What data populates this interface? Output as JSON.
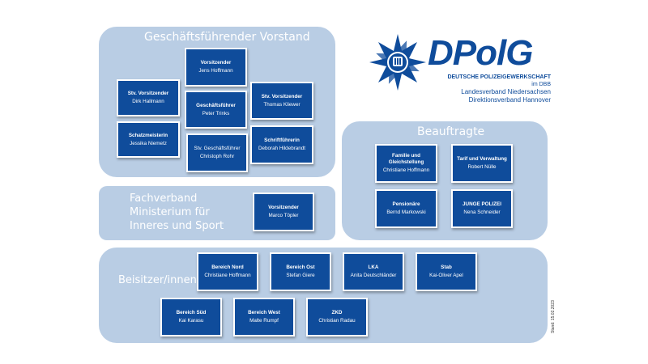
{
  "colors": {
    "panel": "#b9cde4",
    "box": "#0f4c9b",
    "text_light": "#ffffff",
    "brand": "#0f4c9b"
  },
  "logo": {
    "icon": "police-star-icon",
    "name": "DPolG",
    "line1": "DEUTSCHE POLIZEIGEWERKSCHAFT",
    "line2": "im DBB",
    "line3": "Landesverband Niedersachsen",
    "line4": "Direktionsverband Hannover"
  },
  "vorstand": {
    "title": "Geschäftsführender Vorstand",
    "members": [
      {
        "role": "Vorsitzender",
        "name": "Jens Hoffmann"
      },
      {
        "role": "Stv. Vorsitzender",
        "name": "Dirk Hallmann"
      },
      {
        "role": "Geschäftsführer",
        "name": "Peter Trinks"
      },
      {
        "role": "Stv. Vorsitzender",
        "name": "Thomas Kliewer"
      },
      {
        "role": "Schatzmeisterin",
        "name": "Jessika Niemetz"
      },
      {
        "role": "Stv. Geschäftsführer",
        "name": "Christoph Rohr"
      },
      {
        "role": "Schriftführerin",
        "name": "Deborah Hildebrandt"
      }
    ]
  },
  "fachverband": {
    "title_line1": "Fachverband",
    "title_line2": "Ministerium für",
    "title_line3": "Inneres und Sport",
    "member": {
      "role": "Vorsitzender",
      "name": "Marco Töpler"
    }
  },
  "beauftragte": {
    "title": "Beauftragte",
    "members": [
      {
        "role": "Familie und Gleichstellung",
        "name": "Christiane Hoffmann"
      },
      {
        "role": "Tarif und Verwaltung",
        "name": "Robert Nülle"
      },
      {
        "role": "Pensionäre",
        "name": "Bernd Markowski"
      },
      {
        "role": "JUNGE POLIZEI",
        "name": "Nena Schneider"
      }
    ]
  },
  "beisitzer": {
    "title": "Beisitzer/innen",
    "members": [
      {
        "role": "Bereich Nord",
        "name": "Christiane Hoffmann"
      },
      {
        "role": "Bereich Ost",
        "name": "Stefan Giere"
      },
      {
        "role": "LKA",
        "name": "Anita Deutschländer"
      },
      {
        "role": "Stab",
        "name": "Kai-Oliver Apel"
      },
      {
        "role": "Bereich Süd",
        "name": "Kai Karasu"
      },
      {
        "role": "Bereich West",
        "name": "Malte Rumpf"
      },
      {
        "role": "ZKD",
        "name": "Christian Radau"
      }
    ]
  },
  "stand": "Stand: 15.02.2023"
}
